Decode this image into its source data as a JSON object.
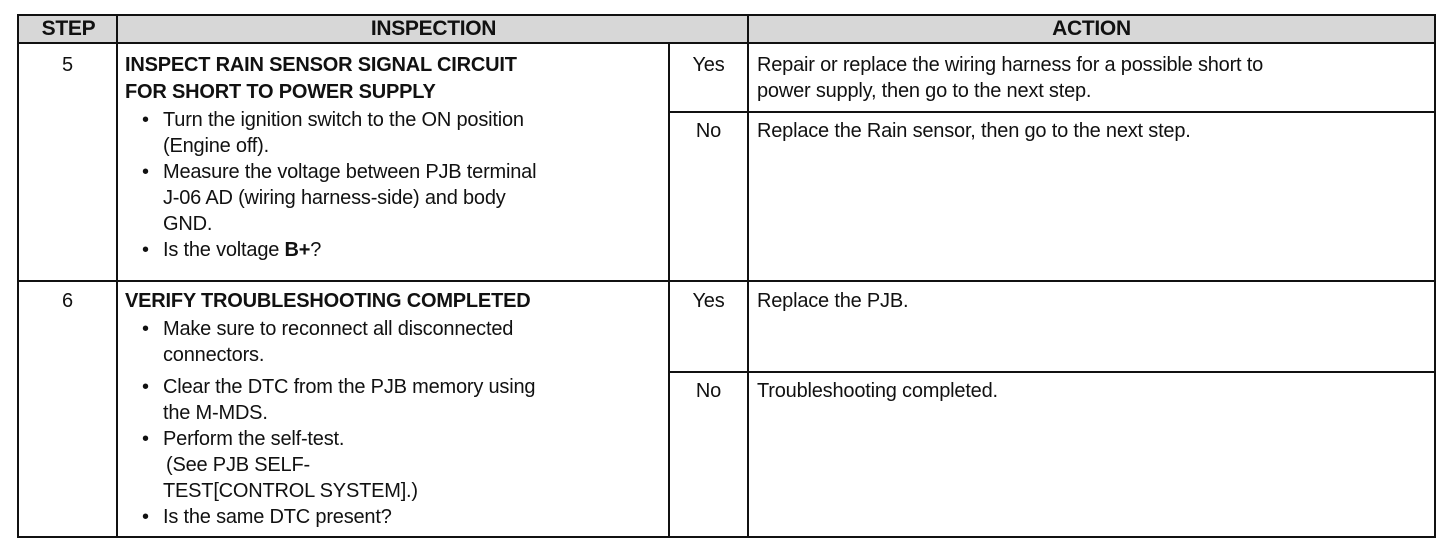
{
  "header": {
    "step": "STEP",
    "inspection": "INSPECTION",
    "action": "ACTION"
  },
  "rows": [
    {
      "step": "5",
      "title_line1": "INSPECT RAIN SENSOR SIGNAL CIRCUIT",
      "title_line2": "FOR SHORT TO POWER SUPPLY",
      "bullets": [
        [
          "Turn the ignition switch to the ON position",
          "(Engine off)."
        ],
        [
          "Measure the voltage between PJB terminal",
          "J-06 AD (wiring harness-side) and body",
          "GND."
        ]
      ],
      "last_bullet_prefix": "Is the voltage ",
      "last_bullet_bold": "B+",
      "last_bullet_suffix": "?",
      "yes_label": "Yes",
      "yes_action_line1": "Repair or replace the wiring harness for a possible short to",
      "yes_action_line2": "power supply, then go to the next step.",
      "no_label": "No",
      "no_action": "Replace the Rain sensor, then go to the next step."
    },
    {
      "step": "6",
      "title": "VERIFY TROUBLESHOOTING COMPLETED",
      "bullets": [
        [
          "Make sure to reconnect all disconnected",
          "connectors."
        ],
        [
          "Clear the DTC from the PJB memory using",
          "the M-MDS."
        ],
        [
          "Perform the self-test.",
          " (See PJB SELF-",
          "TEST[CONTROL SYSTEM].)"
        ],
        [
          "Is the same DTC present?"
        ]
      ],
      "yes_label": "Yes",
      "yes_action": "Replace the PJB.",
      "no_label": "No",
      "no_action": "Troubleshooting completed."
    }
  ],
  "bullet_glyph": "•"
}
